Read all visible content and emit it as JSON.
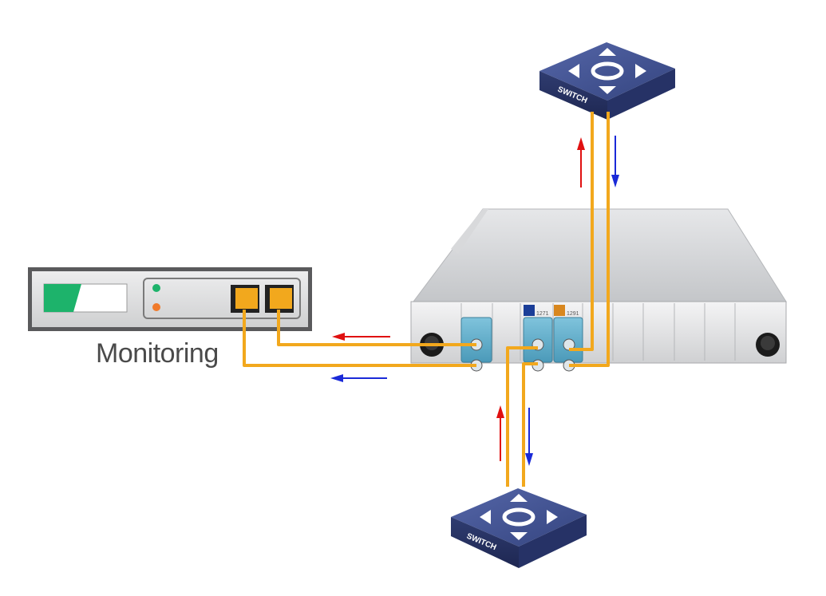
{
  "diagram": {
    "monitoring_label": "Monitoring",
    "switch_label": "SWITCH",
    "port_labels": [
      "1271",
      "1291"
    ],
    "colors": {
      "fiber": "#f2a81d",
      "arrow_up": "#e01010",
      "arrow_down": "#1a2ad8",
      "switch_top": "#3e4f93",
      "chassis": "#c9cacc",
      "led_green": "#1db36b",
      "led_orange": "#f07a2a"
    },
    "nodes": [
      {
        "id": "switch-top",
        "type": "switch",
        "label": "SWITCH"
      },
      {
        "id": "switch-bottom",
        "type": "switch",
        "label": "SWITCH"
      },
      {
        "id": "tap-module",
        "type": "optical-tap"
      },
      {
        "id": "monitoring-device",
        "type": "monitor",
        "label": "Monitoring"
      }
    ],
    "edges": [
      {
        "from": "tap-module",
        "to": "switch-top",
        "direction": "up",
        "color": "red"
      },
      {
        "from": "switch-top",
        "to": "tap-module",
        "direction": "down",
        "color": "blue"
      },
      {
        "from": "switch-bottom",
        "to": "tap-module",
        "direction": "up",
        "color": "red"
      },
      {
        "from": "tap-module",
        "to": "switch-bottom",
        "direction": "down",
        "color": "blue"
      },
      {
        "from": "tap-module",
        "to": "monitoring-device",
        "direction": "left",
        "color": "red"
      },
      {
        "from": "tap-module",
        "to": "monitoring-device",
        "direction": "left",
        "color": "blue"
      }
    ]
  }
}
